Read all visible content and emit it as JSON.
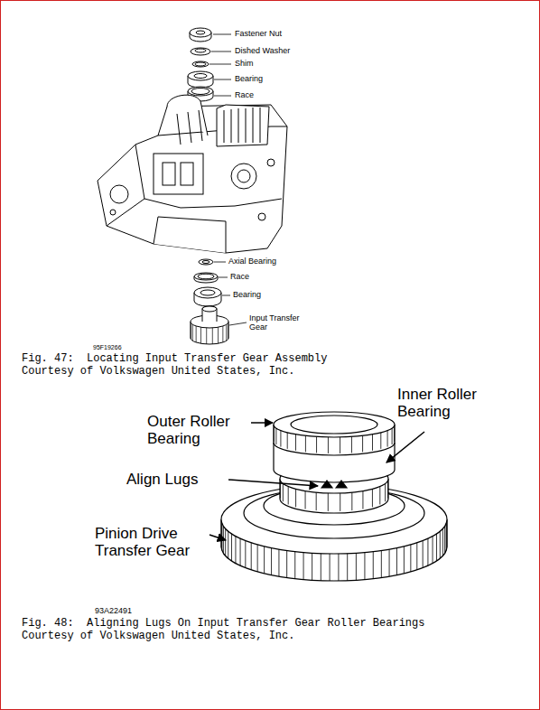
{
  "diagram": {
    "labels": [
      "Fastener Nut",
      "Dished Washer",
      "Shim",
      "Bearing",
      "Race",
      "Axial Bearing",
      "Race",
      "Bearing",
      "Input Transfer Gear",
      "95F19266",
      "Fig. 47:  Locating Input Transfer Gear Assembly",
      "Courtesy of Volkswagen United States, Inc.",
      "Outer Roller Bearing",
      "Inner Roller Bearing",
      "Align Lugs",
      "Pinion Drive Transfer Gear",
      "93A22491",
      "Fig. 48:  Aligning Lugs On Input Transfer Gear Roller Bearings",
      "Courtesy of Volkswagen United States, Inc."
    ]
  }
}
